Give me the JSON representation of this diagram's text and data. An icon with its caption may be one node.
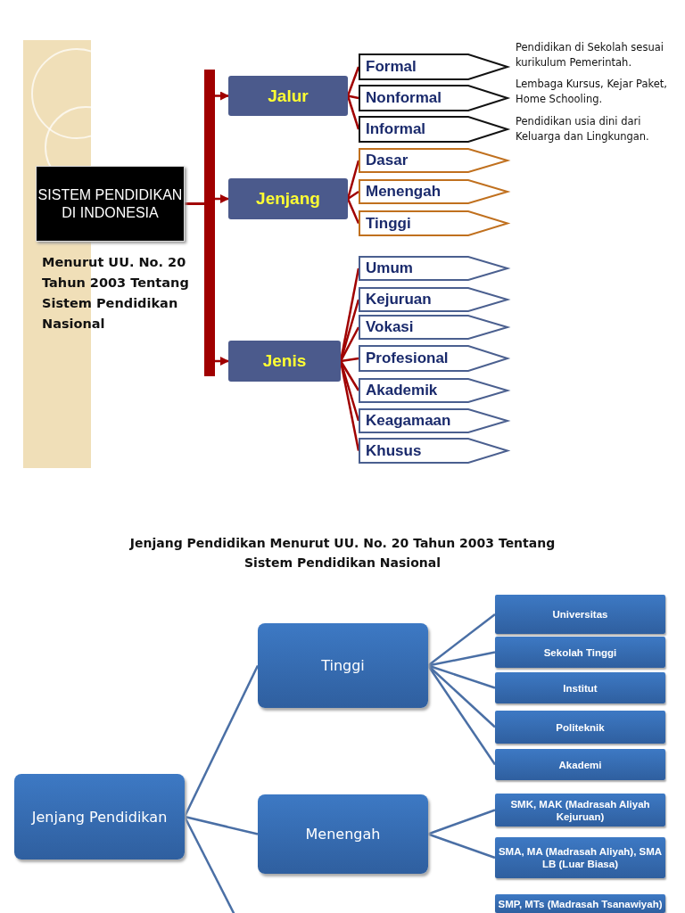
{
  "diagram": {
    "title": "Jenjang Pendidikan Menurut UU. No. 20 Tahun 2003 Tentang Sistem Pendidikan Nasional",
    "nodes": [
      {
        "text": [
          "SISTEM PENDIDIKAN DI INDONESIA"
        ],
        "beside": [
          "Menurut UU. No. 20 Tahun 2003 Tentang Sistem Pendidikan Nasional"
        ]
      },
      {
        "text": [
          "Jalur"
        ]
      },
      {
        "text": [
          "Jenjang"
        ]
      },
      {
        "text": [
          "Jenis"
        ]
      },
      {
        "text": [
          "Formal"
        ],
        "beside": [
          "Pendidikan di Sekolah sesuai kurikulum Pemerintah."
        ]
      },
      {
        "text": [
          "Nonformal"
        ],
        "beside": [
          "Lembaga Kursus, Kejar Paket, Home Schooling."
        ]
      },
      {
        "text": [
          "Informal"
        ],
        "beside": [
          "Pendidikan usia dini dari Keluarga dan Lingkungan."
        ]
      },
      {
        "text": [
          "Dasar"
        ]
      },
      {
        "text": [
          "Menengah"
        ]
      },
      {
        "text": [
          "Tinggi"
        ]
      },
      {
        "text": [
          "Umum"
        ]
      },
      {
        "text": [
          "Kejuruan"
        ]
      },
      {
        "text": [
          "Vokasi"
        ]
      },
      {
        "text": [
          "Profesional"
        ]
      },
      {
        "text": [
          "Akademik"
        ]
      },
      {
        "text": [
          "Keagamaan"
        ]
      },
      {
        "text": [
          "Khusus"
        ]
      },
      {
        "text": [
          "Jenjang Pendidikan"
        ]
      },
      {
        "text": [
          "Tinggi"
        ]
      },
      {
        "text": [
          "Menengah"
        ]
      },
      {
        "text": [
          "Universitas"
        ]
      },
      {
        "text": [
          "Sekolah Tinggi"
        ]
      },
      {
        "text": [
          "Institut"
        ]
      },
      {
        "text": [
          "Politeknik"
        ]
      },
      {
        "text": [
          "Akademi"
        ]
      },
      {
        "text": [
          "SMK, MAK (Madrasah Aliyah Kejuruan)"
        ]
      },
      {
        "text": [
          "SMA, MA (Madrasah Aliyah), SMA LB (Luar Biasa)"
        ]
      },
      {
        "text": [
          "SMP, MTs (Madrasah Tsanawiyah)"
        ]
      }
    ],
    "edges": [
      {
        "from": 0,
        "to": 1,
        "arrow": "to"
      },
      {
        "from": 0,
        "to": 2,
        "arrow": "to"
      },
      {
        "from": 0,
        "to": 3,
        "arrow": "to"
      },
      {
        "from": 1,
        "to": 4,
        "arrow": "none"
      },
      {
        "from": 1,
        "to": 5,
        "arrow": "none"
      },
      {
        "from": 1,
        "to": 6,
        "arrow": "none"
      },
      {
        "from": 2,
        "to": 7,
        "arrow": "none"
      },
      {
        "from": 2,
        "to": 8,
        "arrow": "none"
      },
      {
        "from": 2,
        "to": 9,
        "arrow": "none"
      },
      {
        "from": 3,
        "to": 10,
        "arrow": "none"
      },
      {
        "from": 3,
        "to": 11,
        "arrow": "none"
      },
      {
        "from": 3,
        "to": 12,
        "arrow": "none"
      },
      {
        "from": 3,
        "to": 13,
        "arrow": "none"
      },
      {
        "from": 3,
        "to": 14,
        "arrow": "none"
      },
      {
        "from": 3,
        "to": 15,
        "arrow": "none"
      },
      {
        "from": 3,
        "to": 16,
        "arrow": "none"
      },
      {
        "from": 17,
        "to": 18,
        "arrow": "none",
        "color": "#4a6fa5"
      },
      {
        "from": 17,
        "to": 19,
        "arrow": "none",
        "color": "#4a6fa5"
      },
      {
        "from": 17,
        "to": null,
        "arrow": "none",
        "color": "#4a6fa5"
      },
      {
        "from": 18,
        "to": 20,
        "arrow": "none",
        "color": "#4a6fa5"
      },
      {
        "from": 18,
        "to": 21,
        "arrow": "none",
        "color": "#4a6fa5"
      },
      {
        "from": 18,
        "to": 22,
        "arrow": "none",
        "color": "#4a6fa5"
      },
      {
        "from": 18,
        "to": 23,
        "arrow": "none",
        "color": "#4a6fa5"
      },
      {
        "from": 18,
        "to": 24,
        "arrow": "none",
        "color": "#4a6fa5"
      },
      {
        "from": 19,
        "to": 25,
        "arrow": "none",
        "color": "#4a6fa5"
      },
      {
        "from": 19,
        "to": 26,
        "arrow": "none",
        "color": "#4a6fa5"
      }
    ]
  }
}
